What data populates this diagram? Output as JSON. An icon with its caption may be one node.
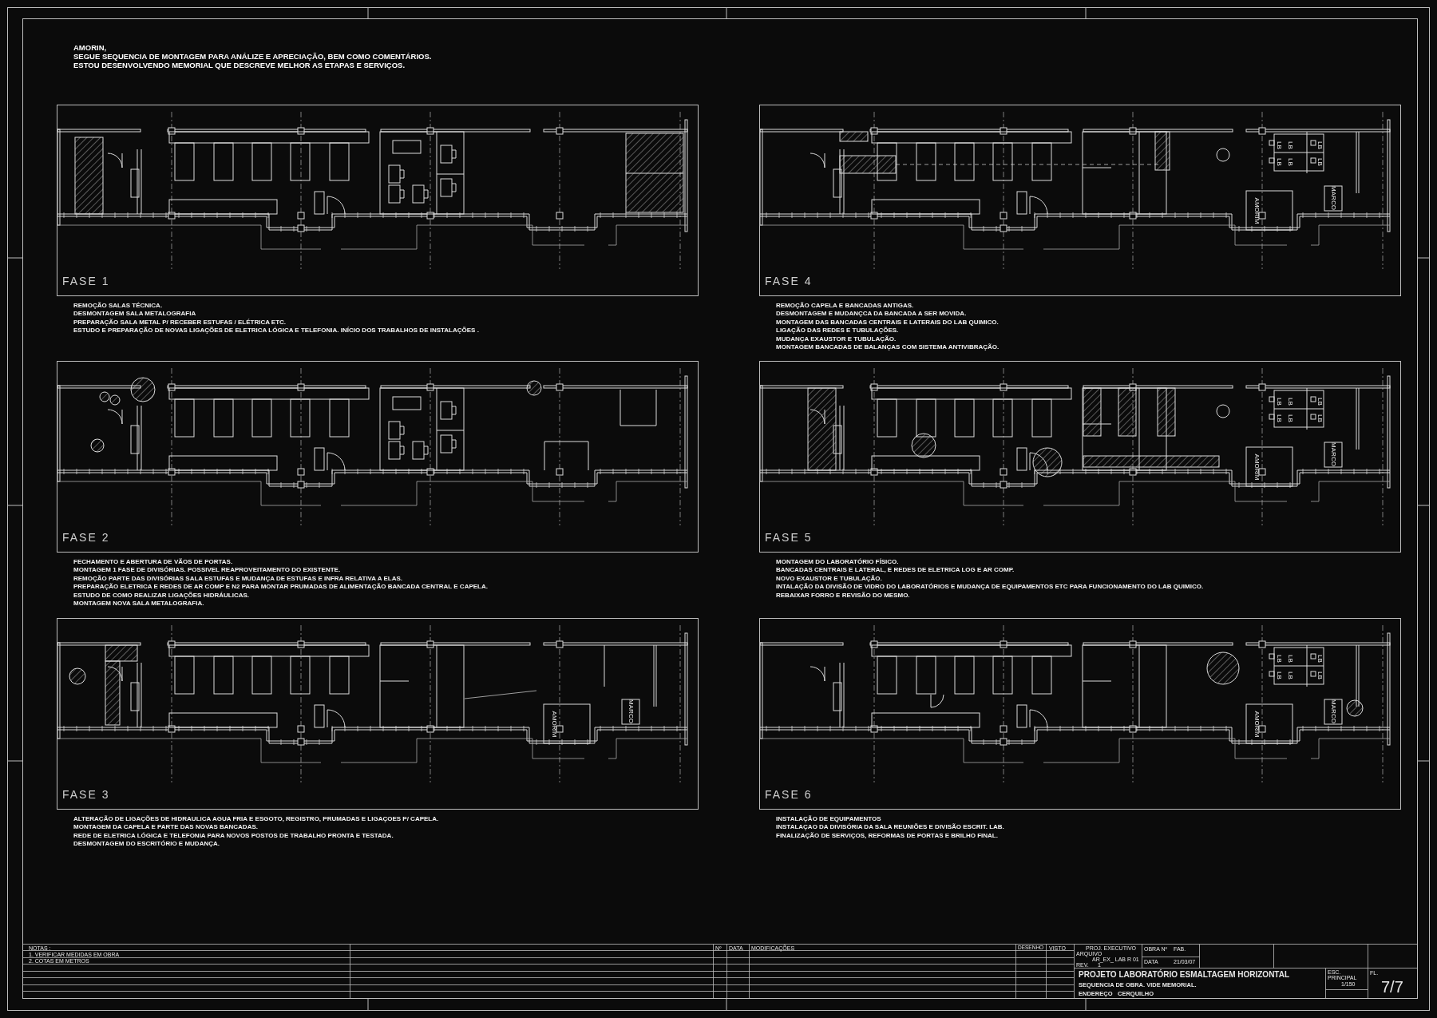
{
  "diagram": {
    "nodes": [
      {
        "text": [
          "FASE 1"
        ],
        "beside": [
          "REMOÇÃO SALAS TÉCNICA.",
          "DESMONTAGEM SALA METALOGRAFIA",
          "PREPARAÇÃO SALA METAL P/ RECEBER ESTUFAS / ELÉTRICA ETC.",
          "ESTUDO E PREPARAÇÃO DE NOVAS LIGAÇÕES DE ELETRICA LÓGICA E TELEFONIA. INÍCIO DOS TRABALHOS DE INSTALAÇÕES ."
        ]
      },
      {
        "text": [
          "FASE 4"
        ],
        "beside": [
          "REMOÇÃO CAPELA E BANCADAS ANTIGAS.",
          "DESMONTAGEM E MUDANÇCA DA BANCADA A SER MOVIDA.",
          "MONTAGEM DAS BANCADAS CENTRAIS E LATERAIS DO LAB QUIMICO.",
          "LIGAÇÃO DAS REDES E TUBULAÇÕES.",
          "MUDANÇA EXAUSTOR E TUBULAÇÃO.",
          "MONTAGEM BANCADAS DE BALANÇAS COM SISTEMA ANTIVIBRAÇÃO."
        ]
      },
      {
        "text": [
          "FASE 2"
        ],
        "beside": [
          "FECHAMENTO E ABERTURA DE VÃOS DE PORTAS.",
          "MONTAGEM 1 FASE DE DIVISÓRIAS. POSSIVEL REAPROVEITAMENTO DO EXISTENTE.",
          "REMOÇÃO PARTE DAS DIVISÓRIAS SALA ESTUFAS E MUDANÇA DE ESTUFAS E INFRA RELATIVA A ELAS.",
          "PREPARAÇÃO ELETRICA E REDES DE AR COMP E N2 PARA MONTAR PRUMADAS DE ALIMENTAÇÃO BANCADA CENTRAL E CAPELA.",
          "ESTUDO DE COMO REALIZAR LIGAÇÕES HIDRÁULICAS.",
          "MONTAGEM NOVA SALA METALOGRAFIA."
        ]
      },
      {
        "text": [
          "FASE 5"
        ],
        "beside": [
          "MONTAGEM DO LABORATÓRIO FÍSICO.",
          "BANCADAS CENTRAIS E LATERAL, E REDES DE ELETRICA LOG E AR COMP.",
          "NOVO EXAUSTOR E TUBULAÇÃO.",
          "INTALAÇÃO DA DIVISÃO DE VIDRO DO LABORATÓRIOS E MUDANÇA DE EQUIPAMENTOS ETC PARA FUNCIONAMENTO DO LAB QUIMICO.",
          "REBAIXAR FORRO E REVISÃO DO MESMO."
        ]
      },
      {
        "text": [
          "FASE 3"
        ],
        "beside": [
          "ALTERAÇÃO DE LIGAÇÕES DE HIDRAULICA AGUA FRIA E ESGOTO, REGISTRO,  PRUMADAS E LIGAÇOES P/ CAPELA.",
          "MONTAGEM DA CAPELA E PARTE DAS NOVAS BANCADAS.",
          "REDE DE ELETRICA LÓGICA E TELEFONIA PARA NOVOS POSTOS DE TRABALHO PRONTA E TESTADA.",
          "DESMONTAGEM DO ESCRITÓRIO E MUDANÇA."
        ]
      },
      {
        "text": [
          "FASE 6"
        ],
        "beside": [
          "INSTALAÇÃO DE EQUIPAMENTOS",
          "INSTALAÇAO DA DIVISÓRIA DA SALA REUNIÕES E DIVISÃO ESCRIT. LAB.",
          "FINALIZAÇÃO DE SERVIÇOS, REFORMAS DE PORTAS E BRILHO FINAL."
        ]
      }
    ],
    "labels": [
      "AMORIN,",
      "SEGUE SEQUENCIA DE MONTAGEM PARA ANÁLIZE E APRECIAÇÃO, BEM COMO COMENTÁRIOS.",
      "ESTOU DESENVOLVENDO MEMORIAL QUE DESCREVE MELHOR AS ETAPAS E SERVIÇOS.",
      "LB",
      "LB",
      "LB",
      "LB",
      "LB",
      "LB",
      "AMORIM",
      "MARCO",
      "LB",
      "LB",
      "LB",
      "LB",
      "LB",
      "LB",
      "AMORIM",
      "MARCO",
      "AMORIM",
      "MARCO",
      "LB",
      "LB",
      "LB",
      "LB",
      "LB",
      "LB",
      "AMORIM",
      "MARCO",
      "NOTAS :",
      "1. VERIFICAR MEDIDAS EM OBRA",
      "2. COTAS EM METROS",
      "Nº",
      "DATA",
      "MODIFICAÇÕES",
      "DESENHO",
      "VISTO",
      "PROJ. EXECUTIVO",
      "ARQUIVO",
      "AR_EX_ LAB R 01",
      "REV.",
      "1",
      "OBRA Nº",
      "FAB.",
      "DATA",
      "21/03/07",
      "PROJETO LABORATÓRIO ESMALTAGEM HORIZONTAL",
      "SEQUENCIA DE OBRA. VIDE MEMORIAL.",
      "ENDEREÇO",
      "CERQUILHO",
      "ESC. PRINCIPAL",
      "1/150",
      "FL.",
      "7/7"
    ]
  }
}
